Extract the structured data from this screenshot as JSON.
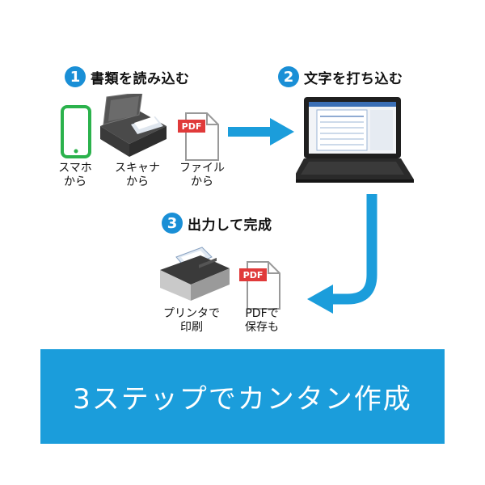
{
  "step1": {
    "number": "1",
    "title": "書類を読み込む"
  },
  "step2": {
    "number": "2",
    "title": "文字を打ち込む"
  },
  "step3": {
    "number": "3",
    "title": "出力して完成"
  },
  "sources": [
    {
      "line1": "スマホ",
      "line2": "から"
    },
    {
      "line1": "スキャナ",
      "line2": "から"
    },
    {
      "line1": "ファイル",
      "line2": "から"
    }
  ],
  "pdf_badge": "PDF",
  "outputs": [
    {
      "line1": "プリンタで",
      "line2": "印刷"
    },
    {
      "line1": "PDFで",
      "line2": "保存も"
    }
  ],
  "banner": {
    "text": "3ステップでカンタン作成"
  },
  "colors": {
    "accent": "#1b9ddb",
    "pdf_red": "#e03a3a",
    "phone_green": "#2bb24c"
  }
}
